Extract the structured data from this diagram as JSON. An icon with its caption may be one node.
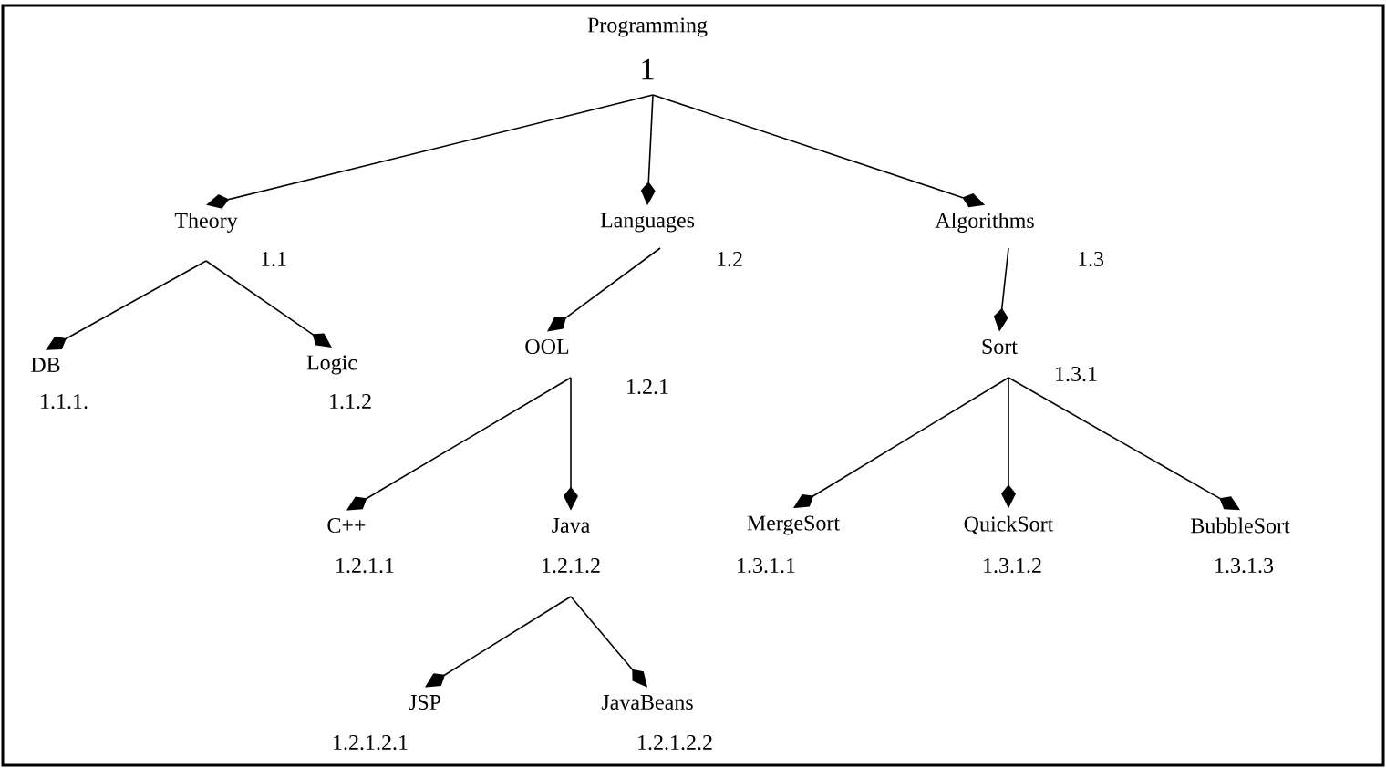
{
  "diagram": {
    "nodes": [
      {
        "text": [
          "Programming"
        ],
        "beside": [
          "1"
        ]
      },
      {
        "text": [
          "Theory"
        ],
        "beside": [
          "1.1"
        ]
      },
      {
        "text": [
          "Languages"
        ],
        "beside": [
          "1.2"
        ]
      },
      {
        "text": [
          "Algorithms"
        ],
        "beside": [
          "1.3"
        ]
      },
      {
        "text": [
          "DB"
        ],
        "beside": [
          "1.1.1."
        ]
      },
      {
        "text": [
          "Logic"
        ],
        "beside": [
          "1.1.2"
        ]
      },
      {
        "text": [
          "OOL"
        ],
        "beside": [
          "1.2.1"
        ]
      },
      {
        "text": [
          "C++"
        ],
        "beside": [
          "1.2.1.1"
        ]
      },
      {
        "text": [
          "Java"
        ],
        "beside": [
          "1.2.1.2"
        ]
      },
      {
        "text": [
          "JSP"
        ],
        "beside": [
          "1.2.1.2.1"
        ]
      },
      {
        "text": [
          "JavaBeans"
        ],
        "beside": [
          "1.2.1.2.2"
        ]
      },
      {
        "text": [
          "Sort"
        ],
        "beside": [
          "1.3.1"
        ]
      },
      {
        "text": [
          "MergeSort"
        ],
        "beside": [
          "1.3.1.1"
        ]
      },
      {
        "text": [
          "QuickSort"
        ],
        "beside": [
          "1.3.1.2"
        ]
      },
      {
        "text": [
          "BubbleSort"
        ],
        "beside": [
          "1.3.1.3"
        ]
      }
    ],
    "edges": [
      {
        "from": 0,
        "to": 1,
        "arrow": "to"
      },
      {
        "from": 0,
        "to": 2,
        "arrow": "to"
      },
      {
        "from": 0,
        "to": 3,
        "arrow": "to"
      },
      {
        "from": 1,
        "to": 4,
        "arrow": "to"
      },
      {
        "from": 1,
        "to": 5,
        "arrow": "to"
      },
      {
        "from": 2,
        "to": 6,
        "arrow": "to"
      },
      {
        "from": 3,
        "to": 11,
        "arrow": "to"
      },
      {
        "from": 6,
        "to": 7,
        "arrow": "to"
      },
      {
        "from": 6,
        "to": 8,
        "arrow": "to"
      },
      {
        "from": 8,
        "to": 9,
        "arrow": "to"
      },
      {
        "from": 8,
        "to": 10,
        "arrow": "to"
      },
      {
        "from": 11,
        "to": 12,
        "arrow": "to"
      },
      {
        "from": 11,
        "to": 13,
        "arrow": "to"
      },
      {
        "from": 11,
        "to": 14,
        "arrow": "to"
      }
    ]
  }
}
